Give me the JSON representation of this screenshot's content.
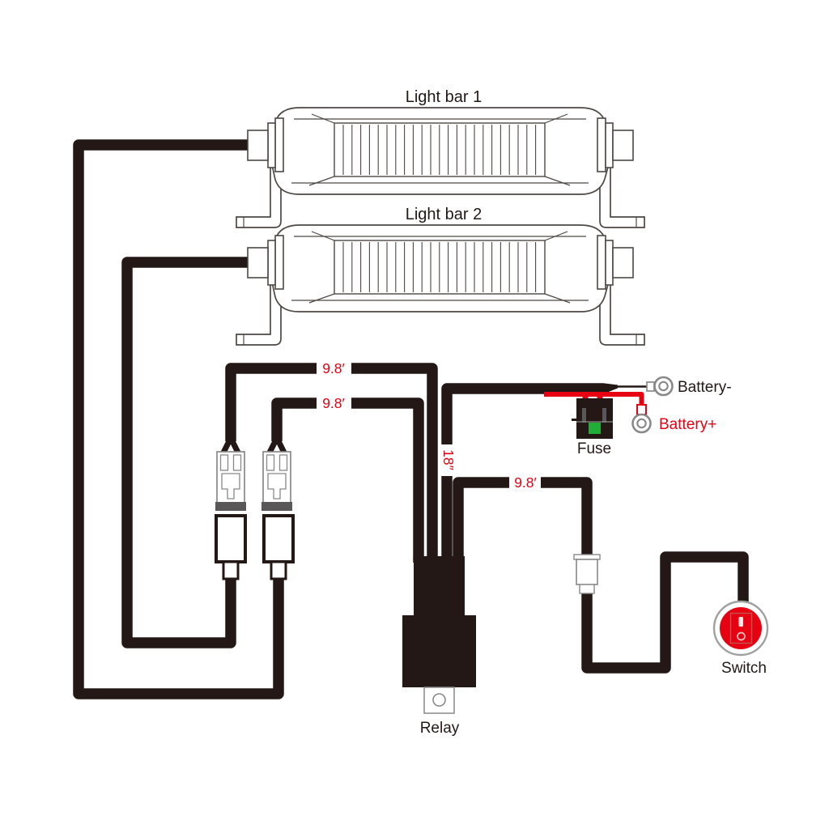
{
  "diagram": {
    "type": "wiring-diagram",
    "components": {
      "light_bar_1": {
        "label": "Light bar 1"
      },
      "light_bar_2": {
        "label": "Light bar 2"
      },
      "battery_negative": {
        "label": "Battery-"
      },
      "battery_positive": {
        "label": "Battery+"
      },
      "fuse": {
        "label": "Fuse"
      },
      "relay": {
        "label": "Relay"
      },
      "switch": {
        "label": "Switch"
      }
    },
    "wire_lengths": {
      "lightbar1_lead": "9.8′",
      "lightbar2_lead": "9.8′",
      "battery_lead": "18″",
      "switch_lead": "9.8′"
    },
    "colors": {
      "wire_black": "#231815",
      "accent_red": "#e60012",
      "fuse_green": "#22ac38",
      "component_outline": "#898989"
    }
  }
}
